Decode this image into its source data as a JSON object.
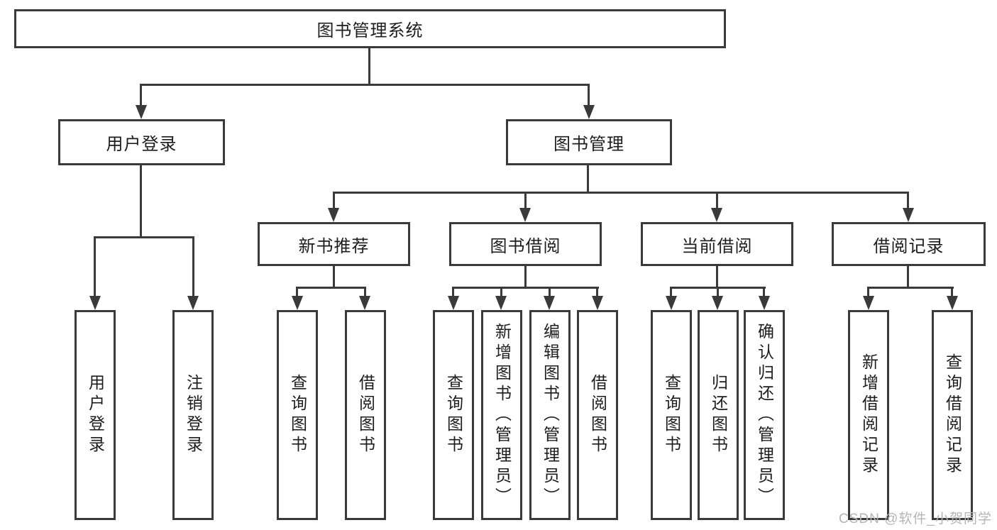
{
  "tree": {
    "root": {
      "label": "图书管理系统",
      "children": [
        {
          "label": "用户登录",
          "children": [
            {
              "label": "用户登录"
            },
            {
              "label": "注销登录"
            }
          ]
        },
        {
          "label": "图书管理",
          "children": [
            {
              "label": "新书推荐",
              "children": [
                {
                  "label": "查询图书"
                },
                {
                  "label": "借阅图书"
                }
              ]
            },
            {
              "label": "图书借阅",
              "children": [
                {
                  "label": "查询图书"
                },
                {
                  "label": "新增图书（管理员）"
                },
                {
                  "label": "编辑图书（管理员）"
                },
                {
                  "label": "借阅图书"
                }
              ]
            },
            {
              "label": "当前借阅",
              "children": [
                {
                  "label": "查询图书"
                },
                {
                  "label": "归还图书"
                },
                {
                  "label": "确认归还（管理员）"
                }
              ]
            },
            {
              "label": "借阅记录",
              "children": [
                {
                  "label": "新增借阅记录"
                },
                {
                  "label": "查询借阅记录"
                }
              ]
            }
          ]
        }
      ]
    }
  },
  "watermark": {
    "text": "CSDN @软件_小贺同学"
  },
  "colors": {
    "line": "#3a3a3a",
    "text": "#1d1d1d",
    "watermark": "#b5b5b5",
    "background": "#ffffff"
  }
}
